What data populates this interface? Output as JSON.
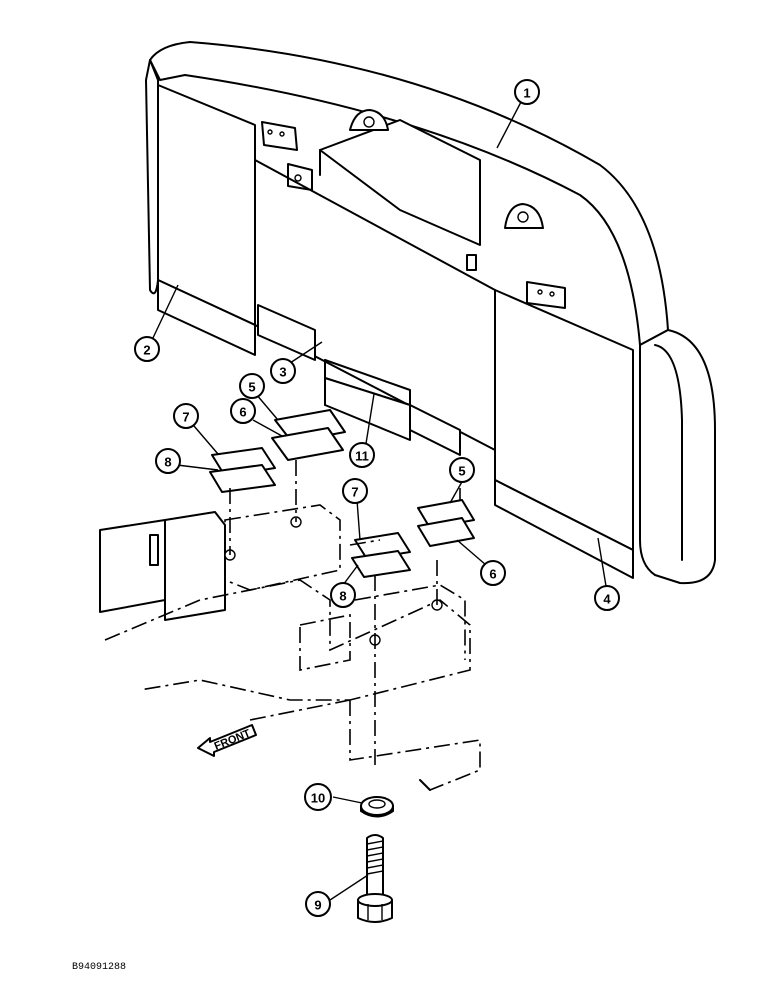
{
  "diagram": {
    "callouts": [
      {
        "id": "c1",
        "label": "1"
      },
      {
        "id": "c2",
        "label": "2"
      },
      {
        "id": "c3",
        "label": "3"
      },
      {
        "id": "c4",
        "label": "4"
      },
      {
        "id": "c5a",
        "label": "5"
      },
      {
        "id": "c5b",
        "label": "5"
      },
      {
        "id": "c6a",
        "label": "6"
      },
      {
        "id": "c6b",
        "label": "6"
      },
      {
        "id": "c7a",
        "label": "7"
      },
      {
        "id": "c7b",
        "label": "7"
      },
      {
        "id": "c8a",
        "label": "8"
      },
      {
        "id": "c8b",
        "label": "8"
      },
      {
        "id": "c9",
        "label": "9"
      },
      {
        "id": "c10",
        "label": "10"
      },
      {
        "id": "c11",
        "label": "11"
      }
    ],
    "front_arrow_label": "FRONT",
    "document_id": "B94091288"
  }
}
